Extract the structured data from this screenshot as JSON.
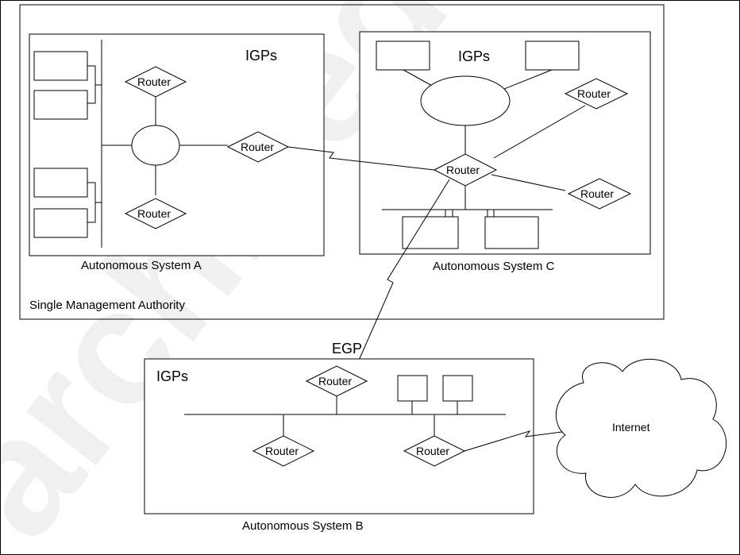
{
  "diagram": {
    "outer_border_label": "Single Management Authority",
    "egp_label": "EGP",
    "router_label": "Router",
    "internet_label": "Internet",
    "watermark_text": "archived",
    "systems": {
      "a": {
        "name": "Autonomous System A",
        "igp_label": "IGPs"
      },
      "b": {
        "name": "Autonomous System B",
        "igp_label": "IGPs"
      },
      "c": {
        "name": "Autonomous System C",
        "igp_label": "IGPs"
      }
    }
  }
}
